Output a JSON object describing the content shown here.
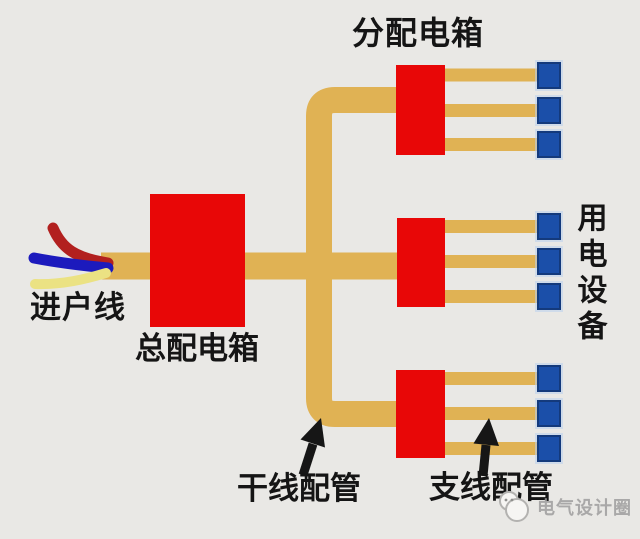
{
  "labels": {
    "distribution_box": "分配电箱",
    "service_entrance_line": "进户线",
    "main_distribution_box": "总配电箱",
    "trunk_conduit": "干线配管",
    "branch_conduit": "支线配管",
    "electrical_equipment": "用电设备"
  },
  "watermark": {
    "text": "电气设计圈"
  },
  "colors": {
    "background": "#e9e8e5",
    "conduit_tan": "#e0b254",
    "box_red": "#e80707",
    "device_blue": "#1b4fa9",
    "device_border": "#143a7c",
    "arrow_black": "#161616",
    "wire_red": "#b2201f",
    "wire_blue": "#1c1abd",
    "wire_yellow": "#ebe283",
    "label_text": "#151515",
    "watermark_gray": "#9e9e9e"
  },
  "structure": {
    "main_boxes": 1,
    "sub_distribution_boxes": 3,
    "devices_per_sub_box": 3,
    "total_devices": 9,
    "entry_wires": [
      "red",
      "blue",
      "yellow"
    ]
  }
}
